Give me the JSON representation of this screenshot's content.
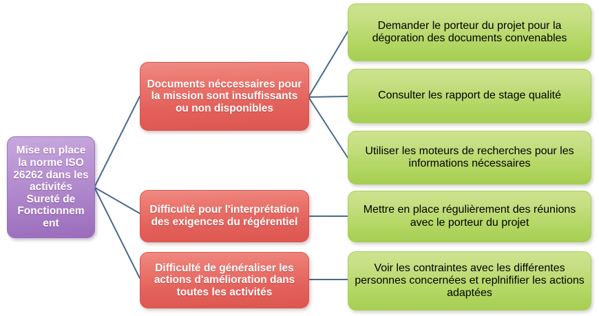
{
  "diagram": {
    "type": "cause-and-solution-tree",
    "title_text": "Mise en place la norme ISO 26262 dans les activités Sureté de Fonctionnem ent",
    "colors": {
      "root_fill": "#b18ccd",
      "cause_fill": "#e86a63",
      "action_fill": "#b8d86e",
      "connector": "#46698c",
      "root_text": "#ffffff",
      "cause_text": "#ffffff",
      "action_text": "#000000",
      "background": "#ffffff"
    },
    "root": {
      "label": "Mise en place la norme ISO 26262 dans les activités Sureté de Fonctionnem ent"
    },
    "causes": [
      {
        "id": "cause-1",
        "label": "Documents néccessaires pour la mission sont insuffissants ou non disponibles"
      },
      {
        "id": "cause-2",
        "label": "Difficulté pour l'interprétation des exigences du régérentiel"
      },
      {
        "id": "cause-3",
        "label": "Difficulté de généraliser les actions d'amélioration dans toutes les activités"
      }
    ],
    "actions": [
      {
        "id": "action-1",
        "label": "Demander le porteur du projet pour la dégoration des documents convenables"
      },
      {
        "id": "action-2",
        "label": "Consulter les rapport de stage qualité"
      },
      {
        "id": "action-3",
        "label": "Utiliser les moteurs de recherches pour les informations nécessaires"
      },
      {
        "id": "action-4",
        "label": "Mettre en place régulièrement des réunions avec le porteur du projet"
      },
      {
        "id": "action-5",
        "label": "Voir les contraintes avec les différentes personnes concernées et replnififier les actions adaptées"
      }
    ],
    "connections": [
      {
        "from": "root",
        "to": "cause-1"
      },
      {
        "from": "root",
        "to": "cause-2"
      },
      {
        "from": "root",
        "to": "cause-3"
      },
      {
        "from": "cause-1",
        "to": "action-1"
      },
      {
        "from": "cause-1",
        "to": "action-2"
      },
      {
        "from": "cause-1",
        "to": "action-3"
      },
      {
        "from": "cause-2",
        "to": "action-4"
      },
      {
        "from": "cause-3",
        "to": "action-5"
      }
    ]
  }
}
